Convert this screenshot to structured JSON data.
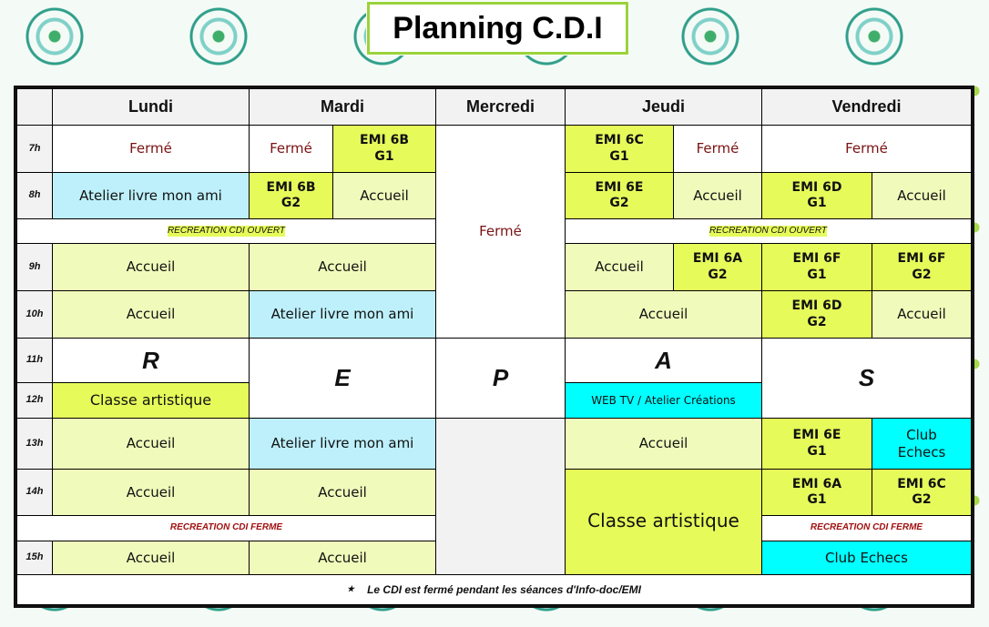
{
  "title": "Planning C.D.I",
  "days": [
    "Lundi",
    "Mardi",
    "Mercredi",
    "Jeudi",
    "Vendredi"
  ],
  "hours": [
    "7h",
    "8h",
    "9h",
    "10h",
    "11h",
    "12h",
    "13h",
    "14h",
    "15h"
  ],
  "labels": {
    "ferme": "Fermé",
    "accueil": "Accueil",
    "atelier": "Atelier livre mon ami",
    "classe": "Classe artistique",
    "webtv": "WEB TV / Atelier Créations",
    "club": "Club Echecs",
    "club_split": "Club\nEchecs",
    "rec_open": "RECREATION CDI OUVERT",
    "rec_closed": "RECREATION CDI FERME"
  },
  "emi": {
    "6b_g1": "EMI 6B\nG1",
    "6b_g2": "EMI 6B\nG2",
    "6c_g1": "EMI 6C\nG1",
    "6e_g2": "EMI 6E\nG2",
    "6d_g1": "EMI 6D\nG1",
    "6a_g2": "EMI 6A\nG2",
    "6f_g1": "EMI 6F\nG1",
    "6f_g2": "EMI 6F\nG2",
    "6d_g2": "EMI 6D\nG2",
    "6e_g1": "EMI 6E\nG1",
    "6a_g1": "EMI 6A\nG1",
    "6c_g2": "EMI 6C\nG2"
  },
  "repas": [
    "R",
    "E",
    "P",
    "A",
    "S"
  ],
  "footer": {
    "star": "★",
    "note": "Le CDI est fermé pendant les séances d'Info-doc/EMI"
  },
  "colors": {
    "emi": "#e6fb5a",
    "accueil": "#f0fbbb",
    "atelier": "#bdf0fb",
    "cyan": "#00ffff",
    "ferme": "#7a1212"
  }
}
